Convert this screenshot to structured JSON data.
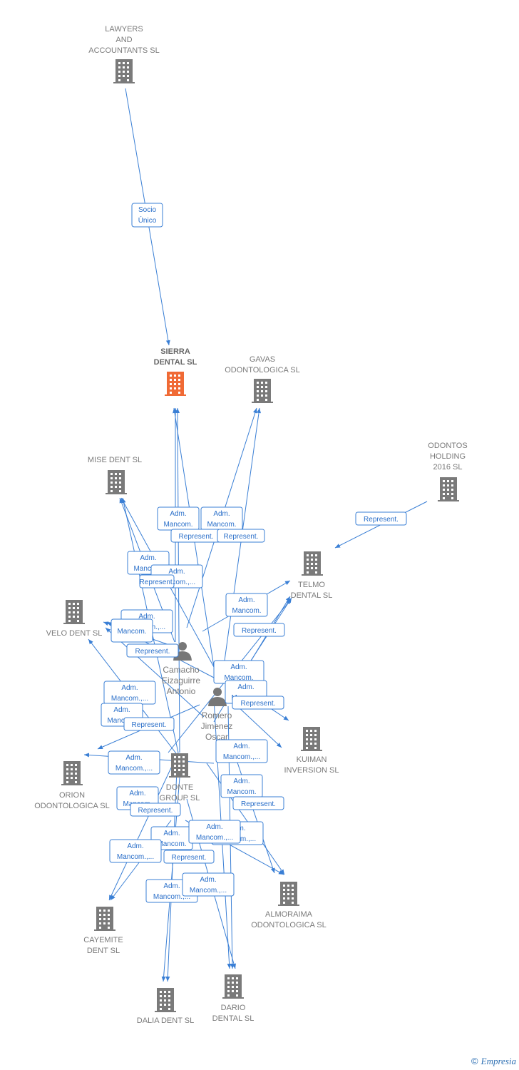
{
  "colors": {
    "edge": "#3a7fd5",
    "company": "#7a7a7a",
    "main_company": "#f06a35",
    "person": "#777777"
  },
  "nodes": {
    "lawyers": {
      "type": "company",
      "label": [
        "LAWYERS",
        "AND",
        "ACCOUNTANTS SL"
      ]
    },
    "sierra": {
      "type": "company",
      "main": true,
      "label": [
        "SIERRA",
        "DENTAL  SL"
      ]
    },
    "gavas": {
      "type": "company",
      "label": [
        "GAVAS",
        "ODONTOLOGICA SL"
      ]
    },
    "odontos": {
      "type": "company",
      "label": [
        "ODONTOS",
        "HOLDING",
        "2016  SL"
      ]
    },
    "misedent": {
      "type": "company",
      "label": [
        "MISE DENT SL"
      ]
    },
    "telmo": {
      "type": "company",
      "label": [
        "TELMO",
        "DENTAL SL"
      ]
    },
    "velo": {
      "type": "company",
      "label": [
        "VELO DENT SL"
      ]
    },
    "camacho": {
      "type": "person",
      "label": [
        "Camacho",
        "Eizaguirre",
        "Antonio"
      ]
    },
    "romero": {
      "type": "person",
      "label": [
        "Romero",
        "Jimenez",
        "Oscar"
      ]
    },
    "kuiman": {
      "type": "company",
      "label": [
        "KUIMAN",
        "INVERSION SL"
      ]
    },
    "orion": {
      "type": "company",
      "label": [
        "ORION",
        "ODONTOLOGICA SL"
      ]
    },
    "donte": {
      "type": "company",
      "label": [
        "DONTE",
        "GROUP  SL"
      ]
    },
    "almoraima": {
      "type": "company",
      "label": [
        "ALMORAIMA",
        "ODONTOLOGICA SL"
      ]
    },
    "cayemite": {
      "type": "company",
      "label": [
        "CAYEMITE",
        "DENT SL"
      ]
    },
    "dalia": {
      "type": "company",
      "label": [
        "DALIA DENT SL"
      ]
    },
    "dario": {
      "type": "company",
      "label": [
        "DARIO",
        "DENTAL SL"
      ]
    }
  },
  "edge_labels": [
    [
      "Socio",
      "Único"
    ],
    [
      "Adm.",
      "Mancom."
    ],
    [
      "Adm.",
      "Mancom."
    ],
    [
      "Represent."
    ],
    [
      "Represent."
    ],
    [
      "Represent."
    ],
    [
      "Adm.",
      "Mancom."
    ],
    [
      "Adm.",
      "Mancom.,..."
    ],
    [
      "Represent."
    ],
    [
      "Adm.",
      "Mancom."
    ],
    [
      "Represent."
    ],
    [
      "Adm.",
      "Mancom.,..."
    ],
    [
      "Mancom."
    ],
    [
      "Represent."
    ],
    [
      "Adm.",
      "Mancom."
    ],
    [
      "Adm.",
      "Mancom."
    ],
    [
      "Represent."
    ],
    [
      "Adm.",
      "Mancom.,..."
    ],
    [
      "Adm.",
      "Mancom."
    ],
    [
      "Represent."
    ],
    [
      "Adm.",
      "Mancom.,..."
    ],
    [
      "Adm.",
      "Mancom.,..."
    ],
    [
      "Adm.",
      "Mancom."
    ],
    [
      "Represent."
    ],
    [
      "Adm.",
      "Mancom."
    ],
    [
      "Represent."
    ],
    [
      "Adm.",
      "Mancom."
    ],
    [
      "Adm.",
      "Mancom.,..."
    ],
    [
      "Represent."
    ],
    [
      "Adm.",
      "Mancom.,..."
    ],
    [
      "Adm.",
      "Mancom.,..."
    ],
    [
      "Adm.",
      "Mancom.,..."
    ],
    [
      "Adm.",
      "Mancom.,..."
    ]
  ],
  "footer": {
    "copyright": "©",
    "brand": "Empresia"
  }
}
